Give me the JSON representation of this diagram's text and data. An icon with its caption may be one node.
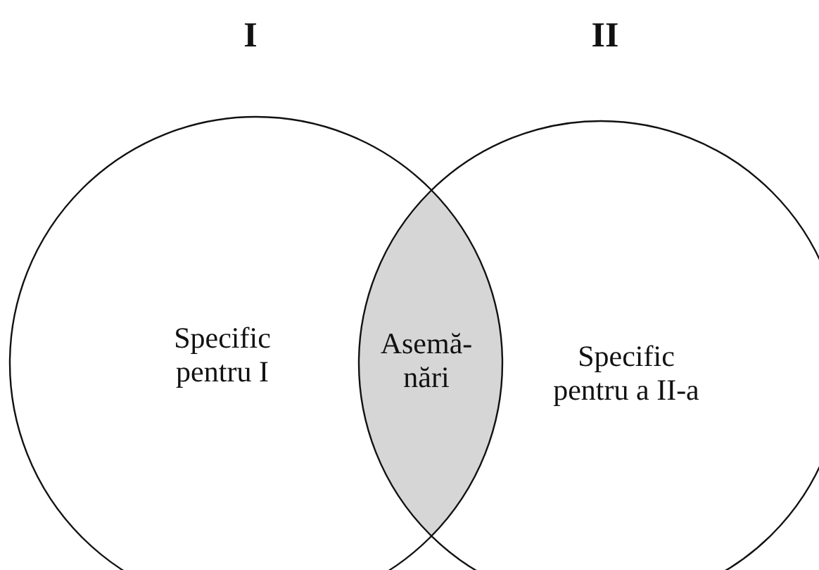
{
  "diagram": {
    "nodes": [
      {
        "text": [
          "I",
          "Specific pentru I"
        ]
      },
      {
        "text": [
          "II",
          "Specific pentru a II-a"
        ]
      },
      {
        "text": [
          "Asemă- nări"
        ]
      }
    ]
  }
}
